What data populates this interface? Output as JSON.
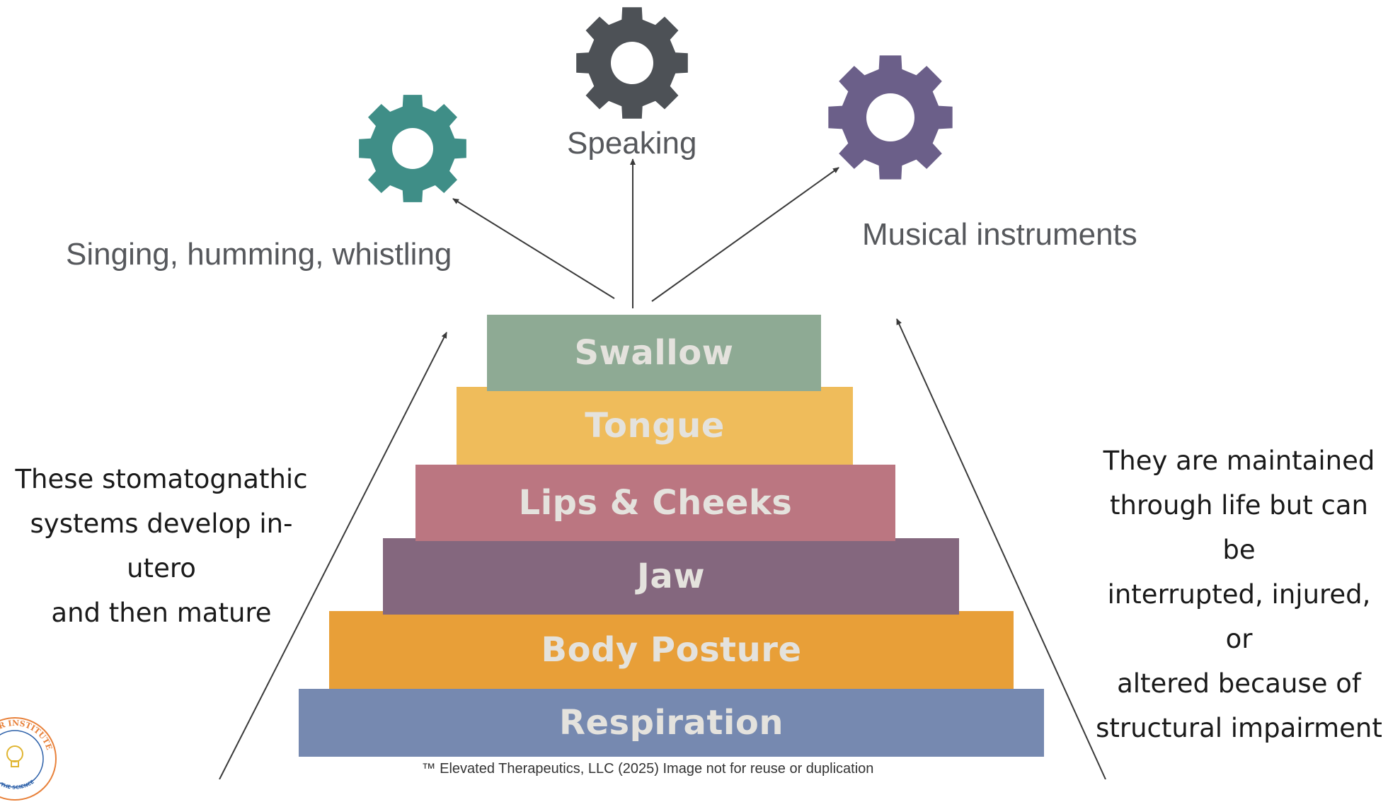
{
  "outcomes": {
    "left_label": "Singing, humming, whistling",
    "center_label": "Speaking",
    "right_label": "Musical instruments"
  },
  "gears": [
    {
      "name": "teal-gear-icon",
      "color": "#3f8e87"
    },
    {
      "name": "dark-gray-gear-icon",
      "color": "#4d5156"
    },
    {
      "name": "purple-gear-icon",
      "color": "#6b5f89"
    }
  ],
  "pyramid": {
    "tiers": [
      {
        "label": "Swallow",
        "color": "#8eaa94"
      },
      {
        "label": "Tongue",
        "color": "#efbc5b"
      },
      {
        "label": "Lips & Cheeks",
        "color": "#bb7681"
      },
      {
        "label": "Jaw",
        "color": "#84677e"
      },
      {
        "label": "Body Posture",
        "color": "#e89f38"
      },
      {
        "label": "Respiration",
        "color": "#7689b0"
      }
    ]
  },
  "left_note": {
    "lines": [
      "These stomatognathic",
      "systems develop in-utero",
      "and then mature"
    ]
  },
  "right_note": {
    "lines": [
      "They are maintained",
      "through life but can be",
      "interrupted, injured, or",
      "altered because of",
      "structural impairment"
    ]
  },
  "footer": {
    "text": "™ Elevated Therapeutics, LLC (2025) Image not for reuse or duplication"
  },
  "logo": {
    "top_text": "MOTOR INSTITUTE",
    "bottom_text": "R THE SCIENCE"
  }
}
